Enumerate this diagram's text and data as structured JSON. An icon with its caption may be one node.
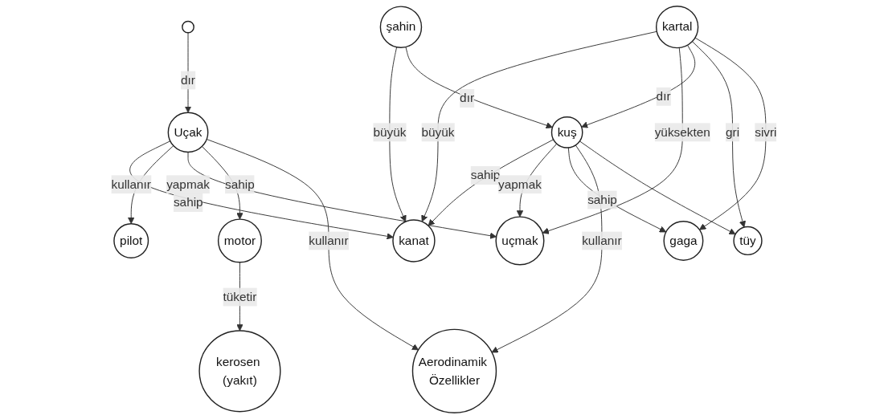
{
  "diagram": {
    "nodes": [
      {
        "text": [
          "kanat"
        ]
      },
      {
        "text": [],
        "shape": "circle"
      },
      {
        "text": [
          "şahin"
        ]
      },
      {
        "text": [
          "kartal"
        ]
      },
      {
        "text": [
          "Uçak"
        ]
      },
      {
        "text": [
          "pilot"
        ]
      },
      {
        "text": [
          "uçmak"
        ]
      },
      {
        "text": [
          "gaga"
        ]
      },
      {
        "text": [
          "motor"
        ]
      },
      {
        "text": [
          "kuş"
        ]
      },
      {
        "text": [
          "Aerodinamik Özellikler"
        ]
      },
      {
        "text": [
          "kerosen (yakıt)"
        ]
      },
      {
        "text": [
          "tüy"
        ]
      }
    ],
    "edges": [
      {
        "from": 1,
        "to": 4,
        "label": "dır",
        "arrow": "to"
      },
      {
        "from": 4,
        "to": 0,
        "label": "sahip",
        "arrow": "to"
      },
      {
        "from": 4,
        "to": 5,
        "label": "kullanır",
        "arrow": "to"
      },
      {
        "from": 4,
        "to": 6,
        "label": "yapmak",
        "arrow": "to"
      },
      {
        "from": 4,
        "to": 8,
        "label": "sahip",
        "arrow": "to"
      },
      {
        "from": 4,
        "to": 10,
        "label": "kullanır",
        "arrow": "to"
      },
      {
        "from": 8,
        "to": 11,
        "label": "tüketir",
        "arrow": "to"
      },
      {
        "from": 2,
        "to": 0,
        "label": "büyük",
        "arrow": "to"
      },
      {
        "from": 3,
        "to": 0,
        "label": "büyük",
        "arrow": "to"
      },
      {
        "from": 3,
        "to": 6,
        "label": "yüksekten",
        "arrow": "to"
      },
      {
        "from": 3,
        "to": 9,
        "label": "dır",
        "arrow": "to"
      },
      {
        "from": 2,
        "to": 9,
        "label": "dır",
        "arrow": "to"
      },
      {
        "from": 3,
        "to": 12,
        "label": "gri",
        "arrow": "to"
      },
      {
        "from": 3,
        "to": 7,
        "label": "sivri",
        "arrow": "to"
      },
      {
        "from": 9,
        "to": 0,
        "label": "sahip",
        "arrow": "to"
      },
      {
        "from": 9,
        "to": 6,
        "label": "yapmak",
        "arrow": "to"
      },
      {
        "from": 9,
        "to": 7,
        "label": "sahip",
        "arrow": "to"
      },
      {
        "from": 9,
        "to": 10,
        "label": "kullanır",
        "arrow": "to"
      },
      {
        "from": 9,
        "to": 12,
        "arrow": "to"
      }
    ]
  }
}
